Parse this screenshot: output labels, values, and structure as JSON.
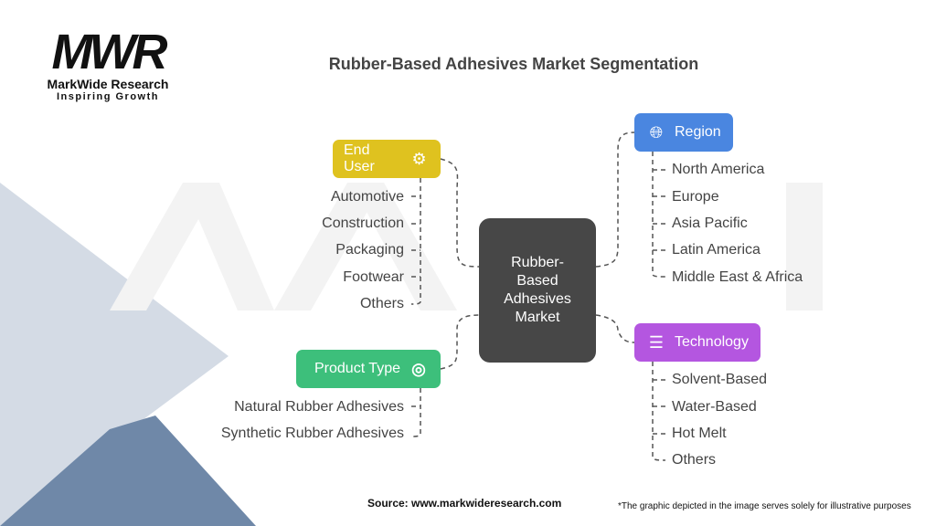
{
  "logo": {
    "mark": "MWR",
    "name": "MarkWide Research",
    "tagline": "Inspiring Growth"
  },
  "title": "Rubber-Based Adhesives Market Segmentation",
  "center": "Rubber-Based Adhesives Market",
  "categories": {
    "end_user": {
      "label": "End User",
      "icon": "conveyor-robot-icon",
      "color": "#dfc21f",
      "items": [
        "Automotive",
        "Construction",
        "Packaging",
        "Footwear",
        "Others"
      ]
    },
    "product_type": {
      "label": "Product Type",
      "icon": "tape-roll-icon",
      "color": "#3dbf7b",
      "items": [
        "Natural Rubber Adhesives",
        "Synthetic Rubber Adhesives"
      ]
    },
    "region": {
      "label": "Region",
      "icon": "globe-icon",
      "color": "#4a86e0",
      "items": [
        "North America",
        "Europe",
        "Asia Pacific",
        "Latin America",
        "Middle East & Africa"
      ]
    },
    "technology": {
      "label": "Technology",
      "icon": "layers-icon",
      "color": "#b456e0",
      "items": [
        "Solvent-Based",
        "Water-Based",
        "Hot Melt",
        "Others"
      ]
    }
  },
  "footer": {
    "source": "Source: www.markwideresearch.com",
    "note": "*The graphic depicted in the image serves solely for illustrative purposes"
  }
}
